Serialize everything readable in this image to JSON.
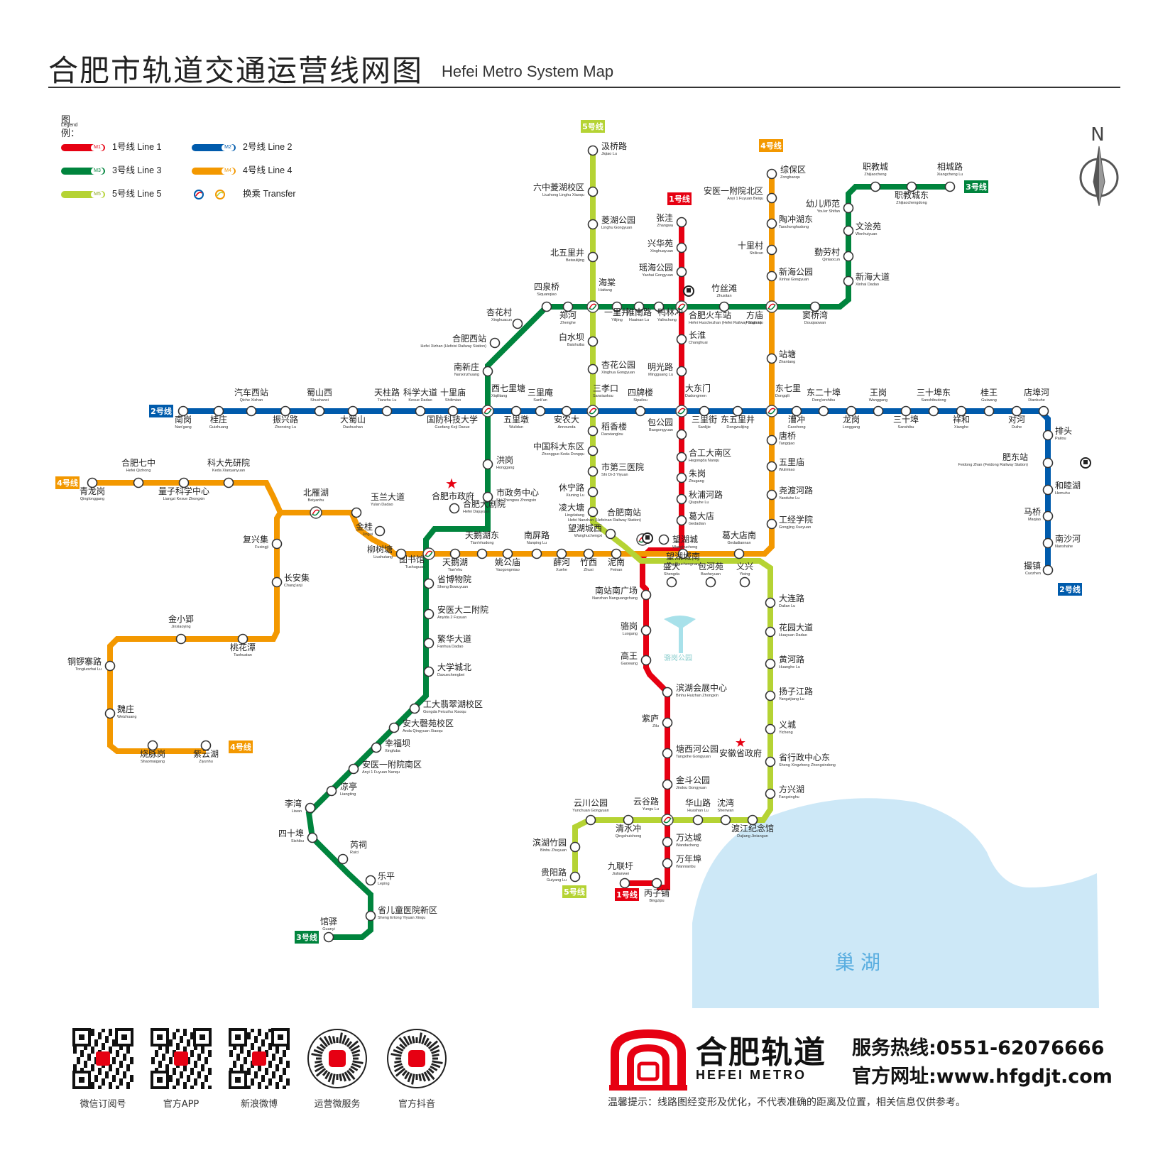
{
  "title": {
    "cn": "合肥市轨道交通运营线网图",
    "en": "Hefei Metro System Map"
  },
  "legend": {
    "head": "图例：",
    "sub": "Legend",
    "items": [
      {
        "label": "1号线  Line 1",
        "badge": "M1",
        "color": "#e60012"
      },
      {
        "label": "2号线  Line 2",
        "badge": "M2",
        "color": "#005bac"
      },
      {
        "label": "3号线  Line 3",
        "badge": "M3",
        "color": "#00843d"
      },
      {
        "label": "4号线  Line 4",
        "badge": "M4",
        "color": "#f39800"
      },
      {
        "label": "5号线  Line 5",
        "badge": "M5",
        "color": "#b5d334"
      },
      {
        "label": "换乘  Transfer"
      }
    ]
  },
  "compass_label": "N",
  "lines": {
    "l1": {
      "badge": "1号线",
      "color": "#e60012"
    },
    "l2": {
      "badge": "2号线",
      "color": "#005bac"
    },
    "l3": {
      "badge": "3号线",
      "color": "#00843d"
    },
    "l4": {
      "badge": "4号线",
      "color": "#f39800"
    },
    "l5": {
      "badge": "5号线",
      "color": "#b5d334"
    }
  },
  "stations": [
    {
      "cn": "南岗",
      "en": "Nan'gang"
    },
    {
      "cn": "桂庄",
      "en": "Guizhuang"
    },
    {
      "cn": "汽车西站",
      "en": "Qiche Xizhan"
    },
    {
      "cn": "振兴路",
      "en": "Zhenxing Lu"
    },
    {
      "cn": "蜀山西",
      "en": "Shushanxi"
    },
    {
      "cn": "大蜀山",
      "en": "Dashushan"
    },
    {
      "cn": "天柱路",
      "en": "Tianzhu Lu"
    },
    {
      "cn": "科学大道",
      "en": "Kexue Dadao"
    },
    {
      "cn": "十里庙",
      "en": "Shilimiao"
    },
    {
      "cn": "西七里塘",
      "en": "Xiqilitang"
    },
    {
      "cn": "五里墩",
      "en": "Wulidun"
    },
    {
      "cn": "三里庵",
      "en": "Sanli'an"
    },
    {
      "cn": "安农大",
      "en": "Announda"
    },
    {
      "cn": "三孝口",
      "en": "Sanxiaokou"
    },
    {
      "cn": "四牌楼",
      "en": "Sipailou"
    },
    {
      "cn": "大东门",
      "en": "Dadongmen"
    },
    {
      "cn": "三里街",
      "en": "Sanlijie"
    },
    {
      "cn": "东五里井",
      "en": "Dongwulijing"
    },
    {
      "cn": "东七里",
      "en": "Dongqili"
    },
    {
      "cn": "漕冲",
      "en": "Caochong"
    },
    {
      "cn": "东二十埠",
      "en": "Dong'ershibu"
    },
    {
      "cn": "龙岗",
      "en": "Longgang"
    },
    {
      "cn": "王岗",
      "en": "Wanggang"
    },
    {
      "cn": "三十埠",
      "en": "Sanshibu"
    },
    {
      "cn": "三十埠东",
      "en": "Sanshibudong"
    },
    {
      "cn": "祥和",
      "en": "Xianghe"
    },
    {
      "cn": "桂王",
      "en": "Guiwang"
    },
    {
      "cn": "对河",
      "en": "Duihe"
    },
    {
      "cn": "店埠河",
      "en": "Dianbuhe"
    },
    {
      "cn": "排头",
      "en": "Paitou"
    },
    {
      "cn": "肥东站",
      "en": "Feidong Zhan (Feidong Railway Station)"
    },
    {
      "cn": "和睦湖",
      "en": "Hemuhu"
    },
    {
      "cn": "马桥",
      "en": "Maqiao"
    },
    {
      "cn": "南沙河",
      "en": "Nanshahe"
    },
    {
      "cn": "撮镇",
      "en": "Cuozhen"
    },
    {
      "cn": "张洼",
      "en": "Zhangwa"
    },
    {
      "cn": "兴华苑",
      "en": "Xinghuayuan"
    },
    {
      "cn": "瑶海公园",
      "en": "Yaohai Gongyuan"
    },
    {
      "cn": "合肥火车站",
      "en": "Hefei Huochezhan (Hefei Railway Station)"
    },
    {
      "cn": "长淮",
      "en": "Changhuai"
    },
    {
      "cn": "明光路",
      "en": "Mingguang Lu"
    },
    {
      "cn": "包公园",
      "en": "Baogongyuan"
    },
    {
      "cn": "合工大南区",
      "en": "Hegongda Nanqu"
    },
    {
      "cn": "朱岗",
      "en": "Zhugang"
    },
    {
      "cn": "秋浦河路",
      "en": "Qiupuhe Lu"
    },
    {
      "cn": "葛大店",
      "en": "Gedadian"
    },
    {
      "cn": "望湖城",
      "en": "Wanghucheng"
    },
    {
      "cn": "合肥南站",
      "en": "Hefei Nanzhan (Hefeinan Railway Station)"
    },
    {
      "cn": "南站南广场",
      "en": "Nanzhan Nanguangchang"
    },
    {
      "cn": "骆岗",
      "en": "Luogang"
    },
    {
      "cn": "高王",
      "en": "Gaowang"
    },
    {
      "cn": "滨湖会展中心",
      "en": "Binhu Huizhan Zhongxin"
    },
    {
      "cn": "紫庐",
      "en": "Zilu"
    },
    {
      "cn": "塘西河公园",
      "en": "Tangxihe Gongyuan"
    },
    {
      "cn": "金斗公园",
      "en": "Jindou Gongyuan"
    },
    {
      "cn": "云谷路",
      "en": "Yungu Lu"
    },
    {
      "cn": "万达城",
      "en": "Wandacheng"
    },
    {
      "cn": "万年埠",
      "en": "Wannianbu"
    },
    {
      "cn": "丙子铺",
      "en": "Bingzipu"
    },
    {
      "cn": "九联圩",
      "en": "Jiulianwei"
    },
    {
      "cn": "相城路",
      "en": "Xiangcheng Lu"
    },
    {
      "cn": "职教城东",
      "en": "Zhijiaochengdong"
    },
    {
      "cn": "职教城",
      "en": "Zhijiaocheng"
    },
    {
      "cn": "幼儿师范",
      "en": "You'er Shifan"
    },
    {
      "cn": "文浍苑",
      "en": "Wenhuiyuan"
    },
    {
      "cn": "勤劳村",
      "en": "Qinlaocun"
    },
    {
      "cn": "新海大道",
      "en": "Xinhai Dadao"
    },
    {
      "cn": "窦桥湾",
      "en": "Douqiaowan"
    },
    {
      "cn": "方庙",
      "en": "Fangmiao"
    },
    {
      "cn": "竹丝滩",
      "en": "Zhusitan"
    },
    {
      "cn": "鸭林冲",
      "en": "Yalinchong"
    },
    {
      "cn": "淮南路",
      "en": "Huainan Lu"
    },
    {
      "cn": "一里井",
      "en": "Yilijing"
    },
    {
      "cn": "海棠",
      "en": "Haitang"
    },
    {
      "cn": "郑河",
      "en": "Zhenghe"
    },
    {
      "cn": "四泉桥",
      "en": "Siquanqiao"
    },
    {
      "cn": "杏花村",
      "en": "Xinghuacun"
    },
    {
      "cn": "合肥西站",
      "en": "Hefei Xizhan (Hefeixi Railway Station)"
    },
    {
      "cn": "南新庄",
      "en": "Nanxinzhuang"
    },
    {
      "cn": "洪岗",
      "en": "Honggang"
    },
    {
      "cn": "市政务中心",
      "en": "Shi Zhengwu Zhongxin"
    },
    {
      "cn": "合肥大剧院",
      "en": "Hefei Dajuyuan"
    },
    {
      "cn": "图书馆",
      "en": "Tushuguan"
    },
    {
      "cn": "省博物院",
      "en": "Sheng Bowuyuan"
    },
    {
      "cn": "安医大二附院",
      "en": "Anyida 2 Fuyuan"
    },
    {
      "cn": "繁华大道",
      "en": "Fanhua Dadao"
    },
    {
      "cn": "大学城北",
      "en": "Daxuechengbei"
    },
    {
      "cn": "工大翡翠湖校区",
      "en": "Gongda Feicuihu Xiaoqu"
    },
    {
      "cn": "安大磬苑校区",
      "en": "Anda Qingyuan Xiaoqu"
    },
    {
      "cn": "幸福坝",
      "en": "Xingfuba"
    },
    {
      "cn": "安医一附院南区",
      "en": "Anyi 1 Fuyuan Nanqu"
    },
    {
      "cn": "凉亭",
      "en": "Liangting"
    },
    {
      "cn": "李湾",
      "en": "Liwan"
    },
    {
      "cn": "四十埠",
      "en": "Sishibu"
    },
    {
      "cn": "芮祠",
      "en": "Ruici"
    },
    {
      "cn": "乐平",
      "en": "Leping"
    },
    {
      "cn": "省儿童医院新区",
      "en": "Sheng Ertong Yiyuan Xinqu"
    },
    {
      "cn": "馆驿",
      "en": "Guanyi"
    },
    {
      "cn": "综保区",
      "en": "Zongbaoqu"
    },
    {
      "cn": "安医一附院北区",
      "en": "Anyi 1 Fuyuan Beiqu"
    },
    {
      "cn": "陶冲湖东",
      "en": "Taochonghudong"
    },
    {
      "cn": "十里村",
      "en": "Shilicun"
    },
    {
      "cn": "新海公园",
      "en": "Xinhai Gongyuan"
    },
    {
      "cn": "站塘",
      "en": "Zhantang"
    },
    {
      "cn": "唐桥",
      "en": "Tangqiao"
    },
    {
      "cn": "五里庙",
      "en": "Wulimiao"
    },
    {
      "cn": "尧渡河路",
      "en": "Yaoduhe Lu"
    },
    {
      "cn": "工经学院",
      "en": "Gongjing Xueyuan"
    },
    {
      "cn": "葛大店南",
      "en": "Gedadiannan"
    },
    {
      "cn": "望湖城南",
      "en": "Wanghuchengnan"
    },
    {
      "cn": "泥南",
      "en": "Feinan"
    },
    {
      "cn": "竹西",
      "en": "Zhuxi"
    },
    {
      "cn": "薛河",
      "en": "Xuehe"
    },
    {
      "cn": "南屏路",
      "en": "Nanping Lu"
    },
    {
      "cn": "姚公庙",
      "en": "Yaogongmiao"
    },
    {
      "cn": "天鹅湖东",
      "en": "Tian'ehudong"
    },
    {
      "cn": "天鹅湖",
      "en": "Tian'ehu"
    },
    {
      "cn": "柳树塘",
      "en": "Liushutang"
    },
    {
      "cn": "金桂",
      "en": "Jingui"
    },
    {
      "cn": "玉兰大道",
      "en": "Yulan Dadao"
    },
    {
      "cn": "北雁湖",
      "en": "Beiyanhu"
    },
    {
      "cn": "科大先研院",
      "en": "Keda Xianyanyuan"
    },
    {
      "cn": "量子科学中心",
      "en": "Liangzi Kexue Zhongxin"
    },
    {
      "cn": "合肥七中",
      "en": "Hefei Qizhong"
    },
    {
      "cn": "青龙岗",
      "en": "Qinglonggang"
    },
    {
      "cn": "复兴集",
      "en": "Fuxingji"
    },
    {
      "cn": "长安集",
      "en": "Chang'anji"
    },
    {
      "cn": "桃花潭",
      "en": "Taohuatan"
    },
    {
      "cn": "金小郢",
      "en": "Jinxiaoying"
    },
    {
      "cn": "铜锣寨路",
      "en": "Tongluozhai Lu"
    },
    {
      "cn": "魏庄",
      "en": "Weizhuang"
    },
    {
      "cn": "烧脉岗",
      "en": "Shaomaigang"
    },
    {
      "cn": "紫云湖",
      "en": "Ziyunhu"
    },
    {
      "cn": "汲桥路",
      "en": "Jiqiao Lu"
    },
    {
      "cn": "六中菱湖校区",
      "en": "Liuzhong Linghu Xiaoqu"
    },
    {
      "cn": "菱湖公园",
      "en": "Linghu Gongyuan"
    },
    {
      "cn": "北五里井",
      "en": "Beiwulijing"
    },
    {
      "cn": "白水坝",
      "en": "Baishuiba"
    },
    {
      "cn": "杏花公园",
      "en": "Xinghua Gongyuan"
    },
    {
      "cn": "稻香楼",
      "en": "Daoxianglou"
    },
    {
      "cn": "中国科大东区",
      "en": "Zhongguo Keda Dongqu"
    },
    {
      "cn": "市第三医院",
      "en": "Shi Di-3 Yiyuan"
    },
    {
      "cn": "休宁路",
      "en": "Xiuning Lu"
    },
    {
      "cn": "凌大塘",
      "en": "Lingdatang"
    },
    {
      "cn": "望湖城西",
      "en": "Wanghuchengxi"
    },
    {
      "cn": "盛大",
      "en": "Shengda"
    },
    {
      "cn": "包河苑",
      "en": "Baoheyuan"
    },
    {
      "cn": "义兴",
      "en": "Yixing"
    },
    {
      "cn": "大连路",
      "en": "Dalian Lu"
    },
    {
      "cn": "花园大道",
      "en": "Huayuan Dadao"
    },
    {
      "cn": "黄河路",
      "en": "Huanghe Lu"
    },
    {
      "cn": "扬子江路",
      "en": "Yangzijiang Lu"
    },
    {
      "cn": "义城",
      "en": "Yicheng"
    },
    {
      "cn": "省行政中心东",
      "en": "Sheng Xingzheng Zhongxindong"
    },
    {
      "cn": "方兴湖",
      "en": "Fangxinghu"
    },
    {
      "cn": "渡江纪念馆",
      "en": "Dujiang Jiniangun"
    },
    {
      "cn": "沈湾",
      "en": "Shenwan"
    },
    {
      "cn": "华山路",
      "en": "Huashan Lu"
    },
    {
      "cn": "清水冲",
      "en": "Qingshuichong"
    },
    {
      "cn": "云川公园",
      "en": "Yunchuan Gongyuan"
    },
    {
      "cn": "滨湖竹园",
      "en": "Binhu Zhuyuan"
    },
    {
      "cn": "贵阳路",
      "en": "Guiyang Lu"
    },
    {
      "cn": "国防科技大学",
      "en": "Guofang Keji Daxue"
    }
  ],
  "landmarks": [
    {
      "cn": "合肥市政府"
    },
    {
      "cn": "安徽省政府"
    },
    {
      "cn": "骆岗公园"
    },
    {
      "cn": "巢湖"
    }
  ],
  "footer": {
    "qr_labels": [
      "微信订阅号",
      "官方APP",
      "新浪微博",
      "运营微服务",
      "官方抖音"
    ],
    "brand_cn": "合肥轨道",
    "brand_en": "HEFEI METRO",
    "hotline": "服务热线:0551-62076666",
    "website": "官方网址:www.hfgdjt.com",
    "notice": "温馨提示：线路图经变形及优化，不代表准确的距离及位置，相关信息仅供参考。"
  }
}
